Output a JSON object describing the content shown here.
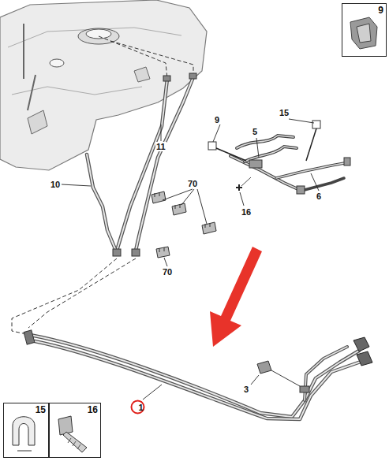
{
  "diagram": {
    "nodes": [
      {
        "text": [
          "9"
        ]
      },
      {
        "text": [
          "1"
        ]
      },
      {
        "text": [
          "15"
        ]
      },
      {
        "text": [
          "16"
        ]
      }
    ],
    "labels": [
      "9",
      "15",
      "5",
      "11",
      "10",
      "70",
      "6",
      "16",
      "70",
      "3"
    ]
  }
}
